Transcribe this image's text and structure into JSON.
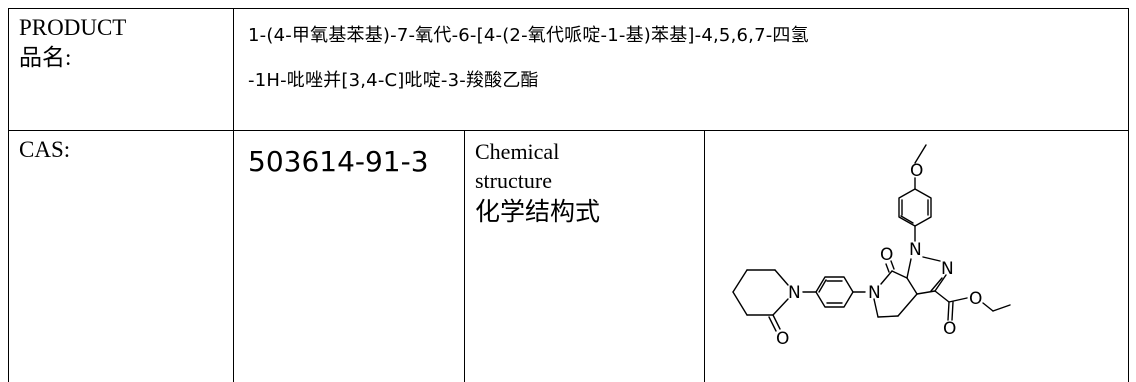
{
  "product": {
    "label_en": "PRODUCT",
    "label_cn": "品名:",
    "name_line1": "1-(4-甲氧基苯基)-7-氧代-6-[4-(2-氧代哌啶-1-基)苯基]-4,5,6,7-四氢",
    "name_line2": "-1H-吡唑并[3,4-C]吡啶-3-羧酸乙酯"
  },
  "cas": {
    "label": "CAS:",
    "value": "503614-91-3"
  },
  "chem_structure": {
    "label_en_line1": "Chemical",
    "label_en_line2": "structure",
    "label_cn": "化学结构式",
    "atoms": {
      "o_methoxy": "O",
      "n1": "N",
      "n2": "N",
      "o_lactam": "O",
      "n_lactam": "N",
      "n_piperidinone": "N",
      "o_piperidinone": "O",
      "o_ester_carbonyl": "O",
      "o_ester": "O"
    }
  }
}
